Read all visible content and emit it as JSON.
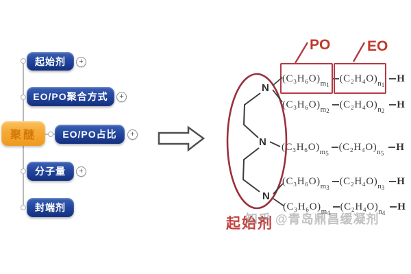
{
  "mindmap": {
    "root": {
      "label": "聚醚"
    },
    "children": [
      {
        "label": "起始剂",
        "has_plus": true
      },
      {
        "label": "EO/PO聚合方式",
        "has_plus": true
      },
      {
        "label": "EO/PO占比",
        "has_plus": true
      },
      {
        "label": "分子量",
        "has_plus": true
      },
      {
        "label": "封端剂",
        "has_plus": false
      }
    ],
    "plus_symbol": "+"
  },
  "structure": {
    "po_label": "PO",
    "eo_label": "EO",
    "nitrogen": "N",
    "initiator_label": "起始剂",
    "end_atom": "H",
    "rows": [
      {
        "po": "(C₃H₆O)",
        "po_sub": "m",
        "po_idx": "1",
        "eo": "(C₂H₄O)",
        "eo_sub": "n",
        "eo_idx": "1",
        "end": "H"
      },
      {
        "po": "(C₃H₆O)",
        "po_sub": "m",
        "po_idx": "2",
        "eo": "(C₂H₄O)",
        "eo_sub": "n",
        "eo_idx": "2",
        "end": "H"
      },
      {
        "po": "(C₃H₆O)",
        "po_sub": "m",
        "po_idx": "5",
        "eo": "(C₂H₄O)",
        "eo_sub": "n",
        "eo_idx": "5",
        "end": "H"
      },
      {
        "po": "(C₃H₆O)",
        "po_sub": "m",
        "po_idx": "3",
        "eo": "(C₂H₄O)",
        "eo_sub": "n",
        "eo_idx": "3",
        "end": "H"
      },
      {
        "po": "(C₃H₆O)",
        "po_sub": "m",
        "po_idx": "4",
        "eo": "(C₂H₄O)",
        "eo_sub": "n",
        "eo_idx": "4",
        "end": "H"
      }
    ],
    "colors": {
      "red_annotation": "#b33a44",
      "label_red": "#c0392b",
      "bond_gray": "#4a4a4a"
    }
  },
  "watermark": {
    "text": "知乎 @青岛鼎昌缓凝剂"
  },
  "colors": {
    "node_blue": "#24479e",
    "node_orange": "#f6ab37",
    "connector_gray": "#b9b9b9"
  }
}
